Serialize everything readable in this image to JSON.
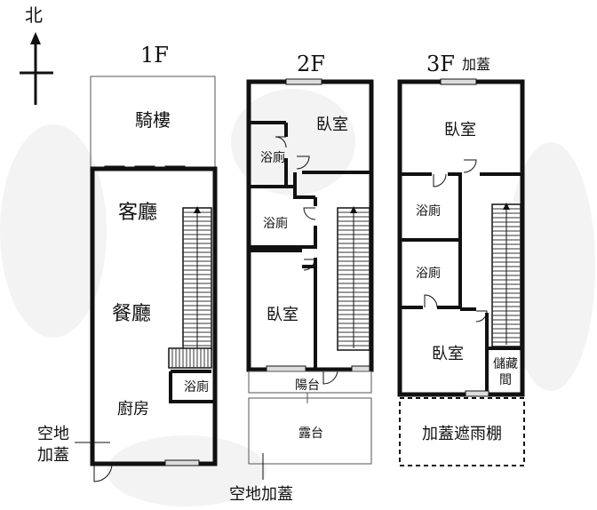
{
  "compass": {
    "north_label": "北"
  },
  "floors": {
    "f1": {
      "title": "1F",
      "rooms": {
        "arcade": "騎樓",
        "living": "客廳",
        "dining": "餐廳",
        "kitchen": "廚房",
        "bath": "浴廁"
      }
    },
    "f2": {
      "title": "2F",
      "rooms": {
        "bedroom_front": "臥室",
        "bath_1": "浴廁",
        "bath_2": "浴廁",
        "bedroom_rear": "臥室",
        "balcony": "陽台",
        "terrace": "露台"
      }
    },
    "f3": {
      "title": "3F",
      "note": "加蓋",
      "rooms": {
        "bedroom_front": "臥室",
        "bath_1": "浴廁",
        "bath_2": "浴廁",
        "bedroom_rear": "臥室",
        "storage_line1": "儲藏",
        "storage_line2": "間",
        "canopy": "加蓋遮雨棚"
      }
    }
  },
  "annotations": {
    "f1_side_line1": "空地",
    "f1_side_line2": "加蓋",
    "f2_bottom": "空地加蓋"
  }
}
